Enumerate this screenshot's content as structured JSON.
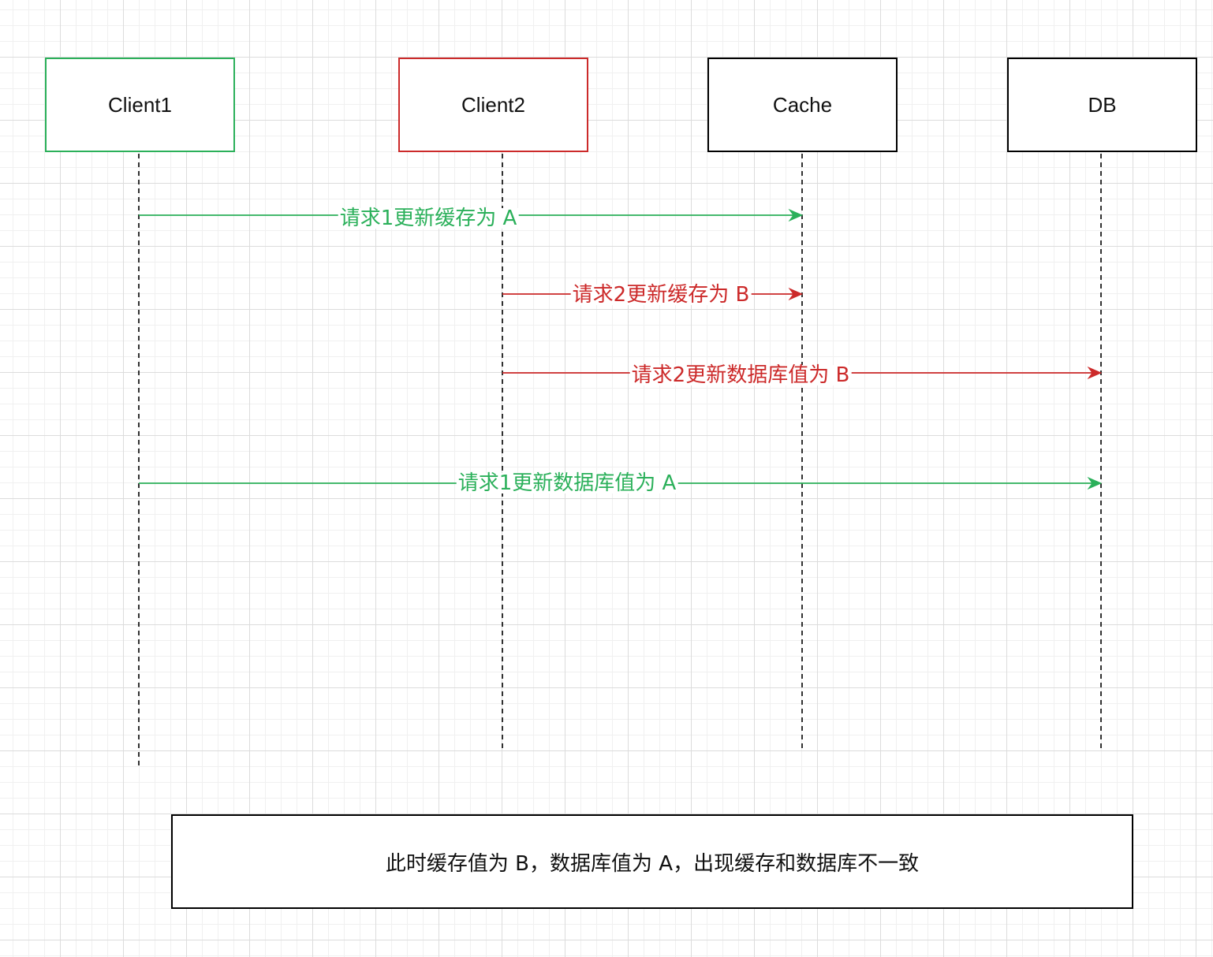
{
  "participants": [
    {
      "id": "client1",
      "label": "Client1",
      "color": "#2bb05a"
    },
    {
      "id": "client2",
      "label": "Client2",
      "color": "#cc2a2a"
    },
    {
      "id": "cache",
      "label": "Cache",
      "color": "#000000"
    },
    {
      "id": "db",
      "label": "DB",
      "color": "#000000"
    }
  ],
  "messages": [
    {
      "from": "client1",
      "to": "cache",
      "label": "请求1更新缓存为 A",
      "color": "#2bb05a"
    },
    {
      "from": "client2",
      "to": "cache",
      "label": "请求2更新缓存为 B",
      "color": "#cc2a2a"
    },
    {
      "from": "client2",
      "to": "db",
      "label": "请求2更新数据库值为 B",
      "color": "#cc2a2a"
    },
    {
      "from": "client1",
      "to": "db",
      "label": "请求1更新数据库值为 A",
      "color": "#2bb05a"
    }
  ],
  "note": {
    "text": "此时缓存值为 B，数据库值为 A，出现缓存和数据库不一致"
  }
}
